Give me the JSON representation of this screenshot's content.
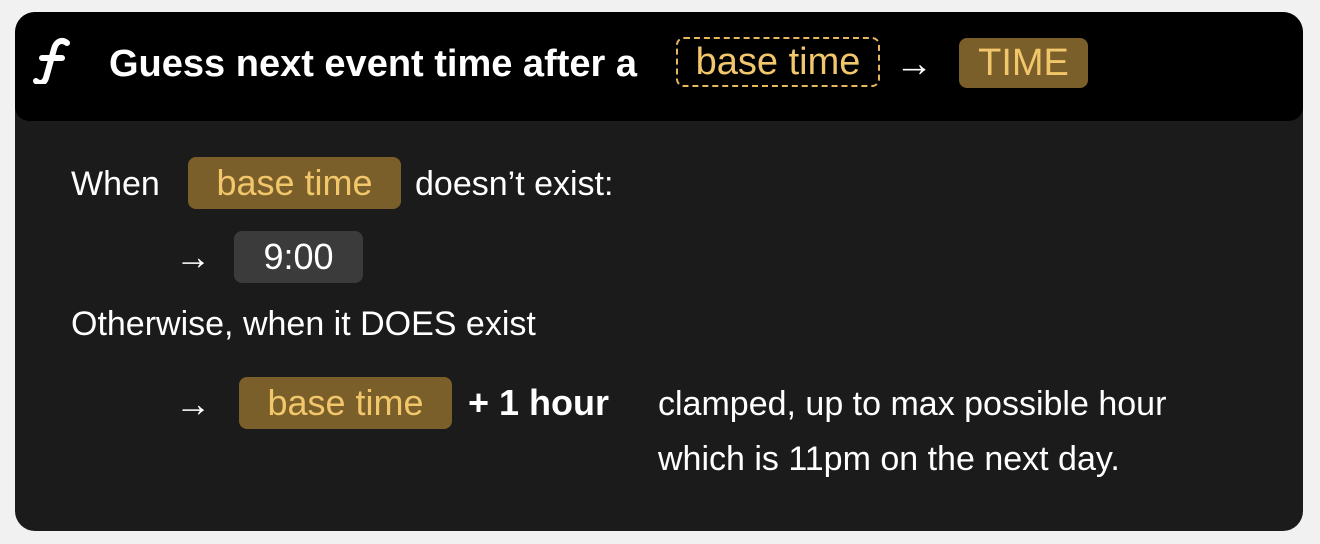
{
  "header": {
    "function_icon": "function-icon",
    "title": "Guess next event time after a",
    "param_label": "base time",
    "arrow": "→",
    "return_type": "TIME"
  },
  "body": {
    "when_label": "When",
    "param_label": "base time",
    "doesnt_exist_label": "doesn’t exist:",
    "arrow": "→",
    "default_value": "9:00",
    "otherwise_label": "Otherwise, when it DOES exist",
    "plus_label": "+ 1 hour",
    "note_line1": "clamped, up to max possible hour",
    "note_line2": "which is 11pm on the next day."
  },
  "colors": {
    "background": "#f1f1f1",
    "card": "#1b1b1b",
    "header": "#000000",
    "param_chip": "#7a5f2a",
    "param_text": "#f2c66a",
    "value_chip": "#3b3b3b"
  }
}
